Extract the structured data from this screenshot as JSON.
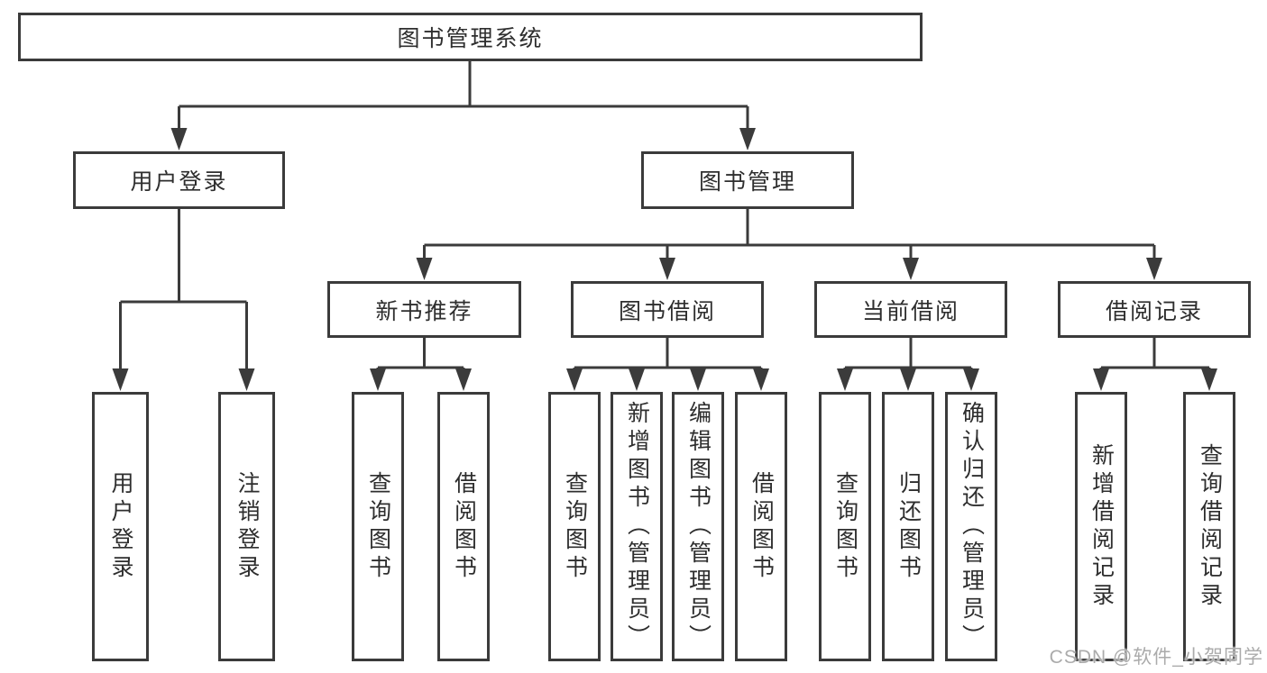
{
  "colors": {
    "line": "#3b3b3b",
    "box_border": "#3b3b3b",
    "text": "#2e2e2e",
    "background": "#ffffff",
    "watermark": "#ababab"
  },
  "watermark": {
    "text": "CSDN @软件_小贺同学"
  },
  "tree": {
    "label": "图书管理系统",
    "children": [
      {
        "label": "用户登录",
        "children": [
          {
            "label": "用户登录"
          },
          {
            "label": "注销登录"
          }
        ]
      },
      {
        "label": "图书管理",
        "children": [
          {
            "label": "新书推荐",
            "children": [
              {
                "label": "查询图书"
              },
              {
                "label": "借阅图书"
              }
            ]
          },
          {
            "label": "图书借阅",
            "children": [
              {
                "label": "查询图书"
              },
              {
                "label": "新增图书（管理员）"
              },
              {
                "label": "编辑图书（管理员）"
              },
              {
                "label": "借阅图书"
              }
            ]
          },
          {
            "label": "当前借阅",
            "children": [
              {
                "label": "查询图书"
              },
              {
                "label": "归还图书"
              },
              {
                "label": "确认归还（管理员）"
              }
            ]
          },
          {
            "label": "借阅记录",
            "children": [
              {
                "label": "新增借阅记录"
              },
              {
                "label": "查询借阅记录"
              }
            ]
          }
        ]
      }
    ]
  }
}
